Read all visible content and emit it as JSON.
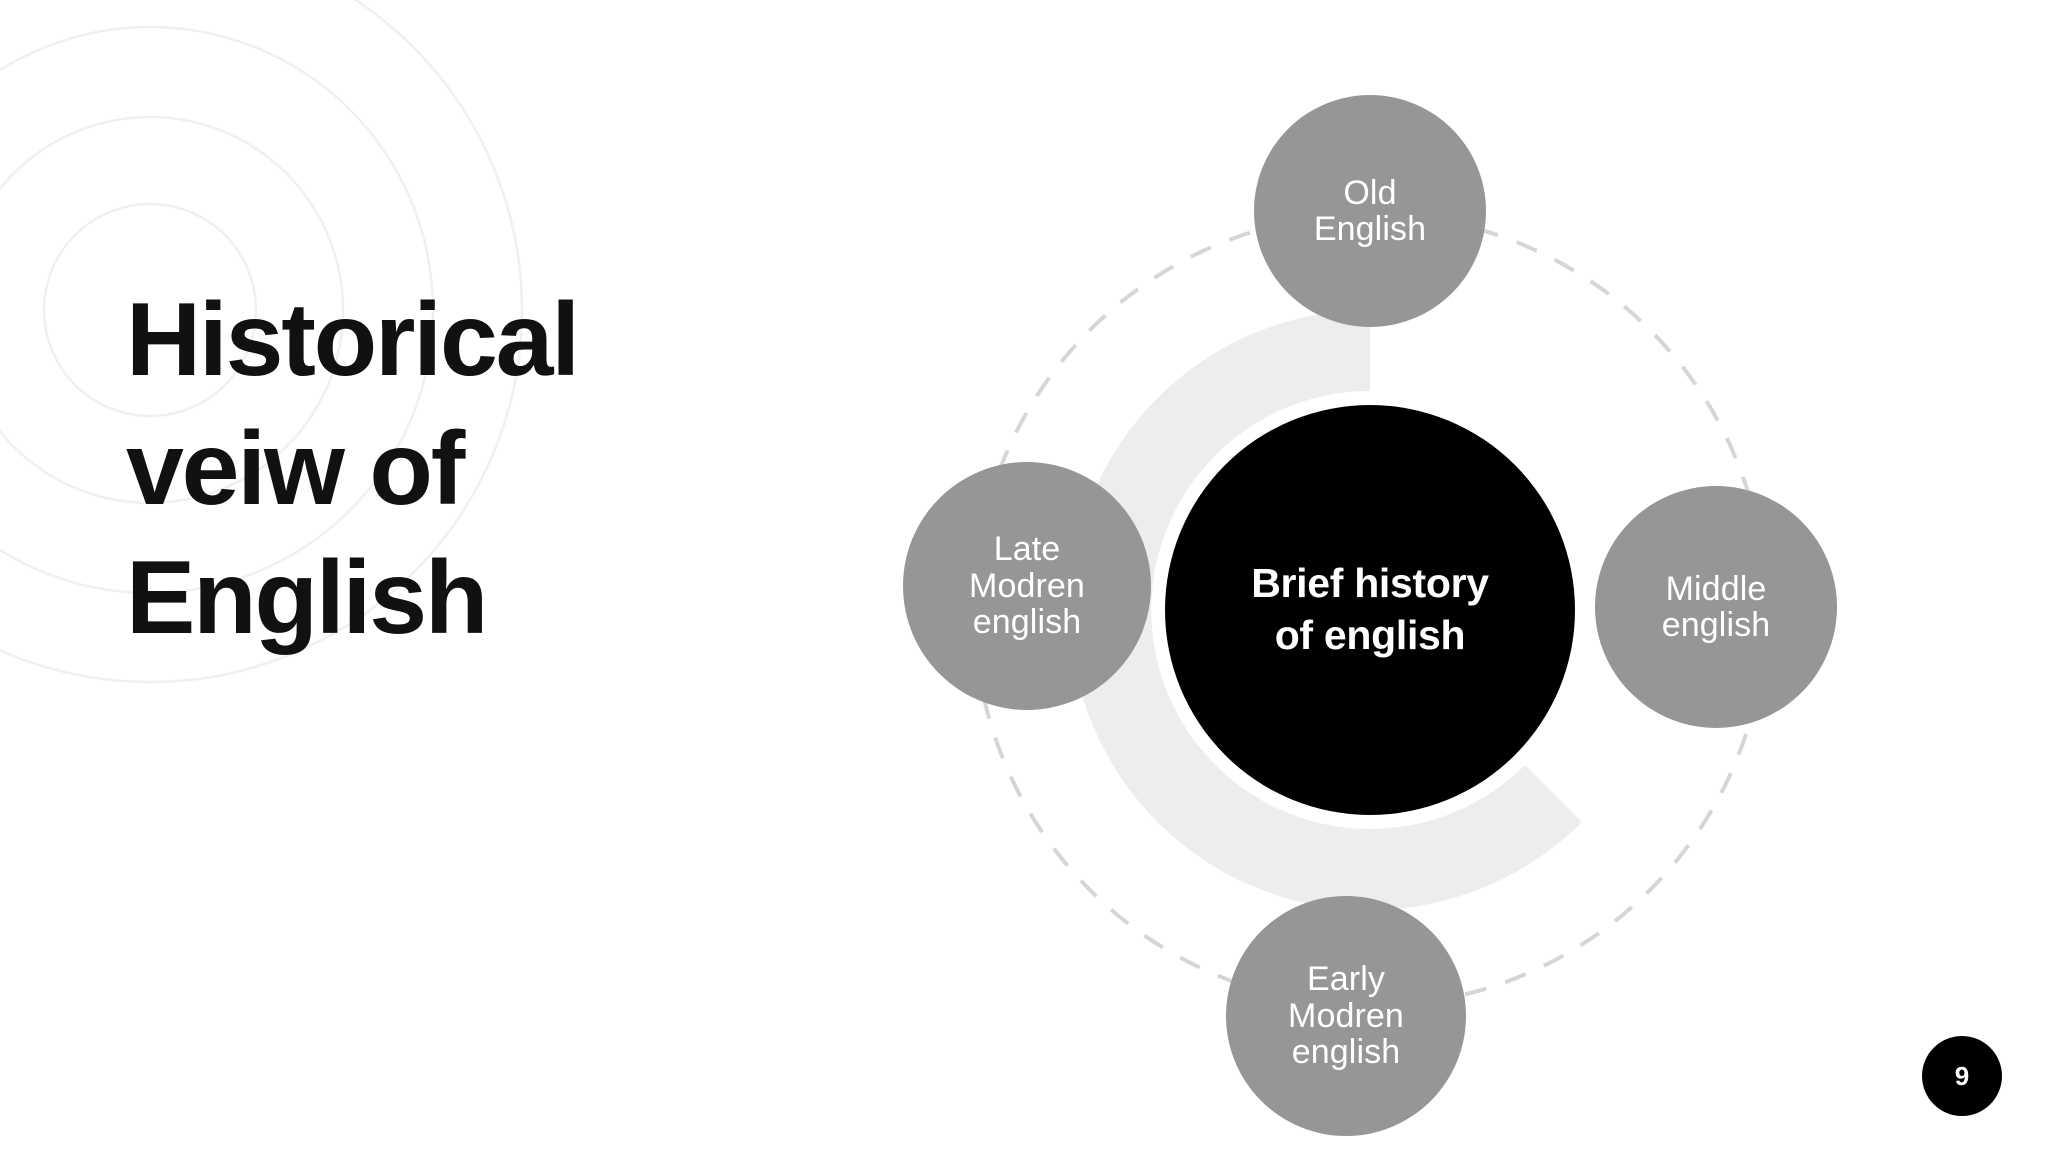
{
  "slide": {
    "background_color": "#ffffff",
    "page_number": "9"
  },
  "title": {
    "lines": [
      "Historical",
      "veiw of",
      "English"
    ],
    "color": "#111111"
  },
  "diagram": {
    "type": "hub-and-spoke",
    "center": {
      "label_line1": "Brief history",
      "label_line2": "of english",
      "fill": "#000000",
      "text_color": "#ffffff"
    },
    "ring": {
      "fill": "#ededed",
      "description": "thick light grey arc sweeping counter-clockwise from top"
    },
    "orbit": {
      "stroke": "#d5d5d5",
      "style": "dashed"
    },
    "nodes": [
      {
        "id": "old-english",
        "position": "top",
        "label_lines": [
          "Old",
          "English"
        ],
        "fill": "#969696",
        "text_color": "#ffffff"
      },
      {
        "id": "middle-english",
        "position": "right",
        "label_lines": [
          "Middle",
          "english"
        ],
        "fill": "#969696",
        "text_color": "#ffffff"
      },
      {
        "id": "early-modren-english",
        "position": "bottom",
        "label_lines": [
          "Early",
          "Modren",
          "english"
        ],
        "fill": "#969696",
        "text_color": "#ffffff"
      },
      {
        "id": "late-modren-english",
        "position": "left",
        "label_lines": [
          "Late",
          "Modren",
          "english"
        ],
        "fill": "#969696",
        "text_color": "#ffffff"
      }
    ]
  },
  "decor": {
    "concentric_rings": {
      "stroke": "#f1f1f1",
      "count": 4
    }
  }
}
